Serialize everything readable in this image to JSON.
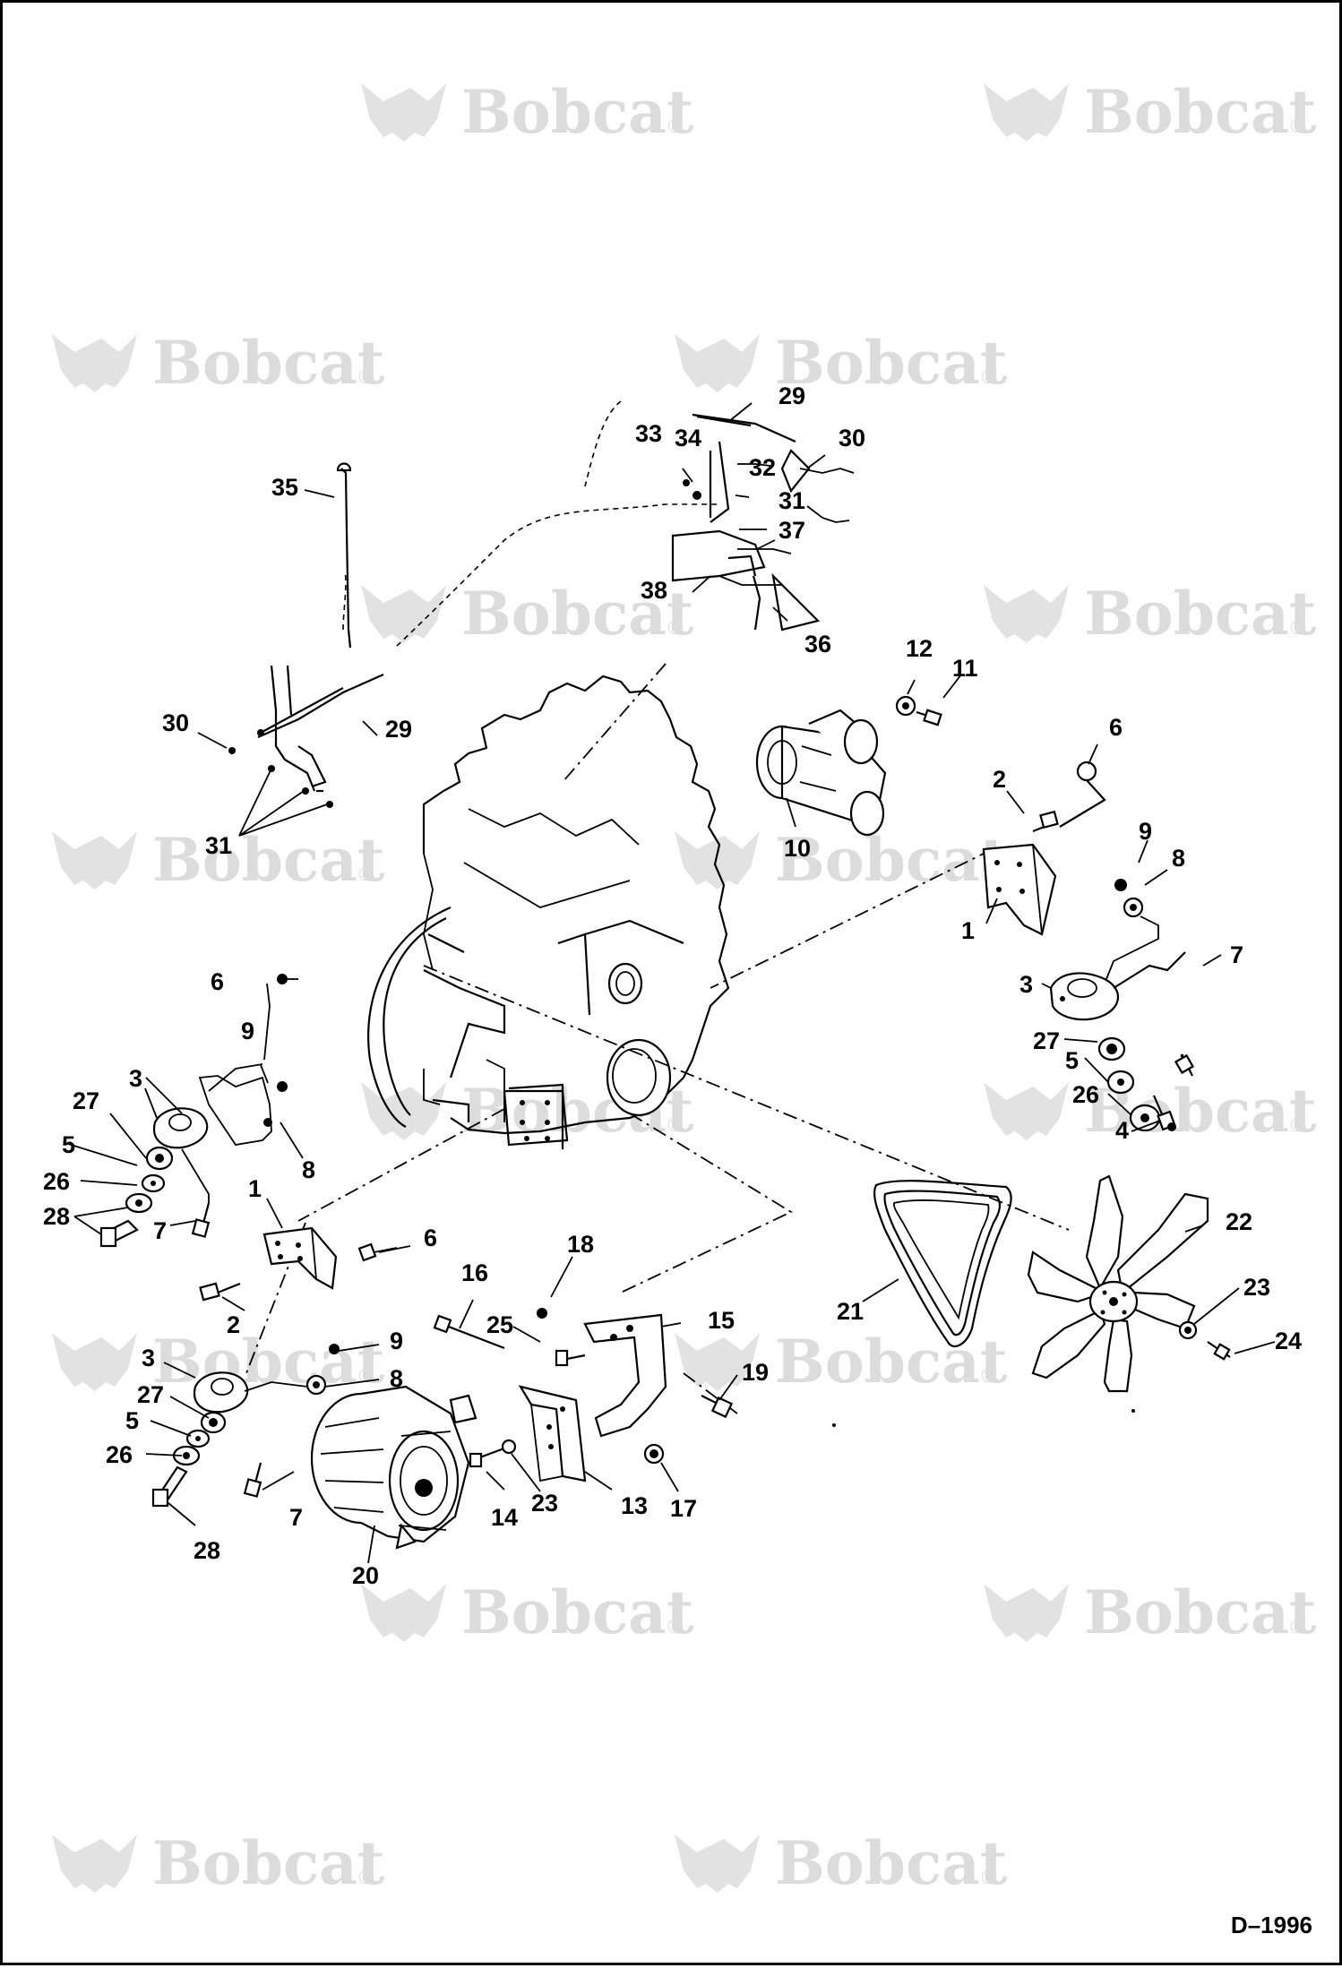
{
  "watermark": {
    "brand": "Bobcat",
    "mark": "®"
  },
  "drawing_number": "D–1996",
  "callouts": [
    "1",
    "2",
    "3",
    "4",
    "5",
    "6",
    "7",
    "8",
    "9",
    "10",
    "11",
    "12",
    "13",
    "14",
    "15",
    "16",
    "17",
    "18",
    "19",
    "20",
    "21",
    "22",
    "23",
    "24",
    "25",
    "26",
    "27",
    "28",
    "29",
    "30",
    "31",
    "32",
    "33",
    "34",
    "35",
    "36",
    "37",
    "38"
  ]
}
